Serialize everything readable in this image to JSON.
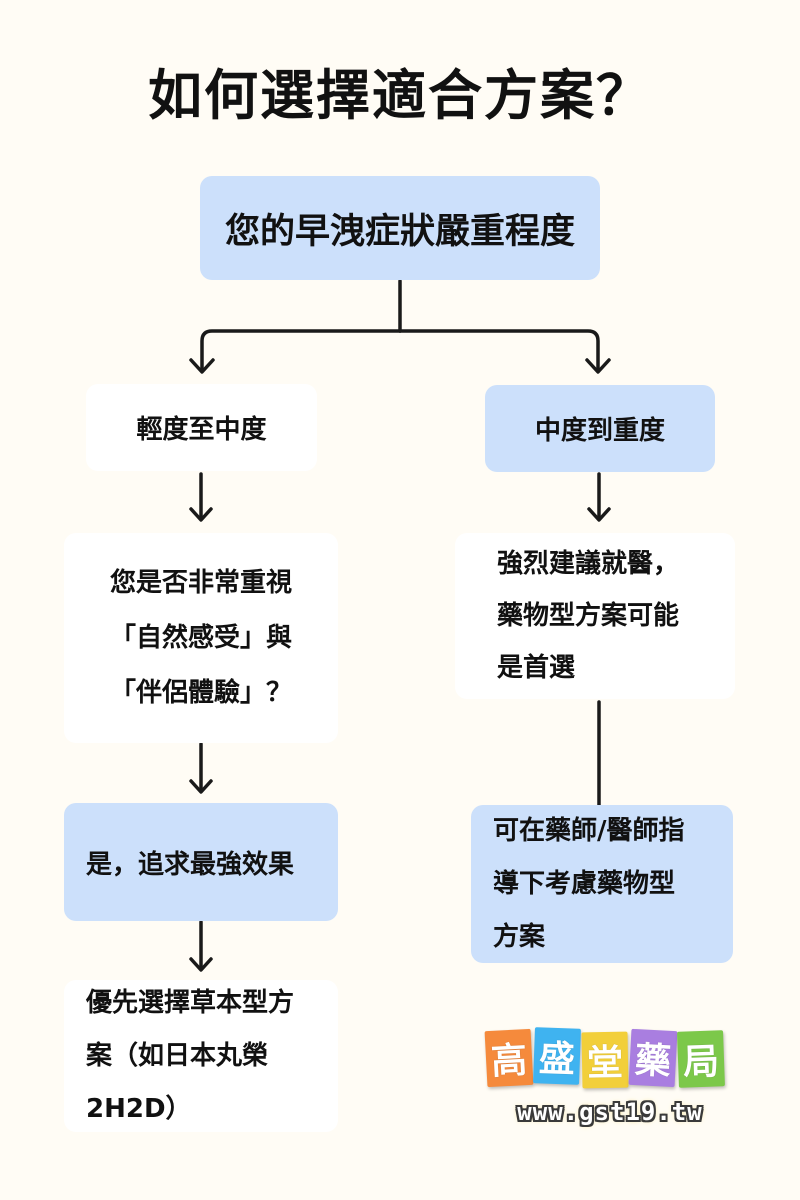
{
  "title": "如何選擇適合方案？",
  "colors": {
    "background": "#fffcf5",
    "blue_box": "#cce0fb",
    "white_box": "#ffffff",
    "line": "#1a1a1a"
  },
  "nodes": {
    "root": "您的早洩症狀嚴重程度",
    "mild": "輕度至中度",
    "severe": "中度到重度",
    "question": [
      "您是否非常重視",
      "「自然感受」與",
      "「伴侶體驗」？"
    ],
    "doctor": [
      "強烈建議就醫，",
      "藥物型方案可能",
      "是首選"
    ],
    "yes": "是，追求最強效果",
    "pharmacist": [
      "可在藥師/醫師指",
      "導下考慮藥物型",
      "方案"
    ],
    "herbal": [
      "優先選擇草本型方",
      "案（如日本丸榮",
      "2H2D）"
    ]
  },
  "logo": {
    "tiles": [
      {
        "char": "高",
        "color": "#f58a3c"
      },
      {
        "char": "盛",
        "color": "#3fb3f0"
      },
      {
        "char": "堂",
        "color": "#f2cf3a"
      },
      {
        "char": "藥",
        "color": "#a97ee0"
      },
      {
        "char": "局",
        "color": "#7cc84a"
      }
    ],
    "url": "www.gst19.tw"
  }
}
